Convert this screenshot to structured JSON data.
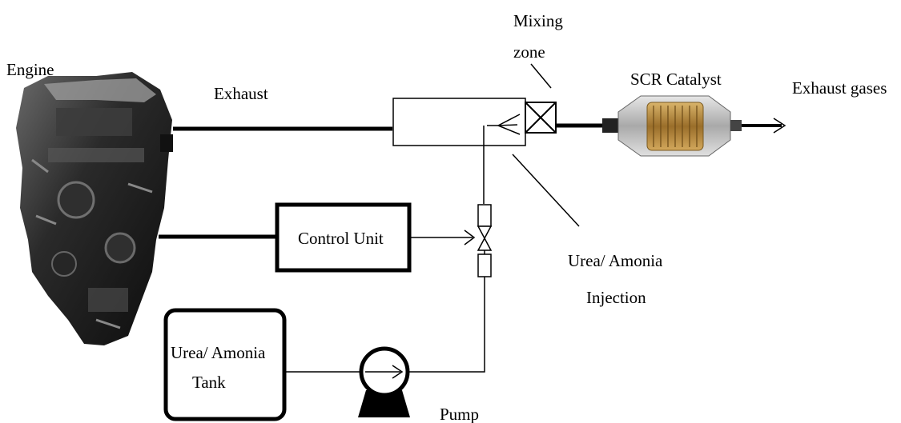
{
  "labels": {
    "engine": "Engine",
    "exhaust": "Exhaust",
    "mixing_zone_line1": "Mixing",
    "mixing_zone_line2": "zone",
    "scr_catalyst": "SCR Catalyst",
    "exhaust_gases": "Exhaust gases",
    "control_unit": "Control Unit",
    "injection_line1": "Urea/ Amonia",
    "injection_line2": "Injection",
    "tank_line1": "Urea/ Amonia",
    "tank_line2": "Tank",
    "pump": "Pump"
  },
  "colors": {
    "line": "#000000",
    "engine_dark": "#1b1b1b",
    "catalyst_body": "#c8c8c8",
    "catalyst_core": "#b58a3c"
  }
}
